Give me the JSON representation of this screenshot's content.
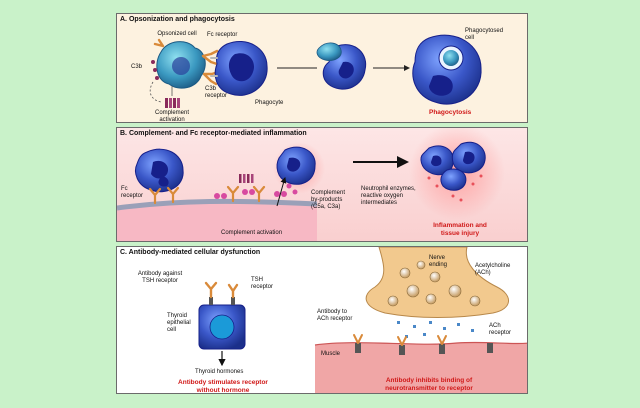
{
  "panel_a": {
    "title": "A. Opsonization and phagocytosis",
    "opsonized_cell": "Opsonized cell",
    "fc_receptor": "Fc receptor",
    "c3b": "C3b",
    "c3b_receptor": "C3b receptor",
    "complement_activation": "Complement activation",
    "phagocyte": "Phagocyte",
    "phagocytosed_cell": "Phagocytosed cell",
    "result": "Phagocytosis"
  },
  "panel_b": {
    "title": "B. Complement- and Fc receptor-mediated inflammation",
    "fc_receptor": "Fc receptor",
    "complement_activation": "Complement activation",
    "complement_byproducts": "Complement by-products (C5a, C3a)",
    "neutrophil_enzymes": "Neutrophil enzymes, reactive oxygen intermediates",
    "result": "Inflammation and tissue injury"
  },
  "panel_c": {
    "title": "C. Antibody-mediated cellular dysfunction",
    "antibody_tsh": "Antibody against TSH receptor",
    "tsh_receptor": "TSH receptor",
    "thyroid_cell": "Thyroid epithelial cell",
    "thyroid_hormones": "Thyroid hormones",
    "result_left": "Antibody stimulates receptor without hormone",
    "nerve_ending": "Nerve ending",
    "acetylcholine": "Acetylcholine (ACh)",
    "antibody_ach": "Antibody to ACh receptor",
    "ach_receptor": "ACh receptor",
    "muscle": "Muscle",
    "result_right": "Antibody inhibits binding of neurotransmitter to receptor"
  },
  "colors": {
    "page_bg": "#c9f2c9",
    "panel_a_bg": "#fdf2e0",
    "panel_b_bg": "#fbd6d6",
    "cell_blue": "#3a57c8",
    "nucleus_dark": "#16208a",
    "antibody_orange": "#d98a3a",
    "result_red": "#d01818",
    "nerve_tan": "#f2c98e",
    "muscle_pink": "#f0a6a6"
  }
}
